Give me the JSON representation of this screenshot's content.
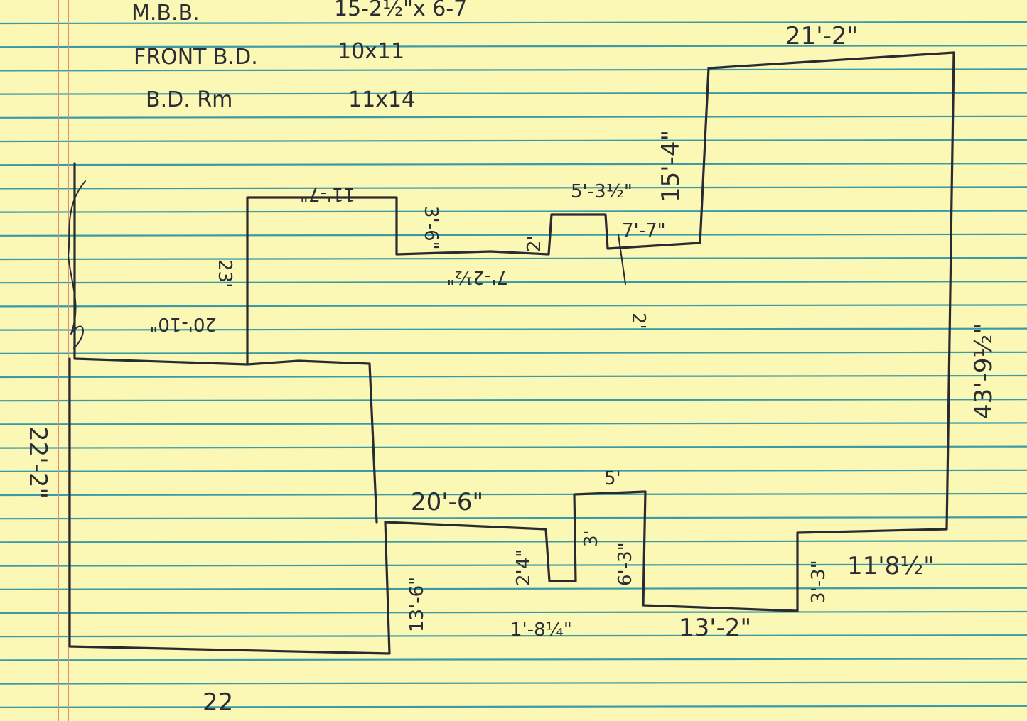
{
  "paper": {
    "background": "#fbf7b4",
    "rule_color": "#3a9aa5",
    "margin_color": "#e48a7a",
    "ink_color": "#2a2a33"
  },
  "room_list": [
    {
      "name": "M.B.B.",
      "size": "15-2½\"x 6-7"
    },
    {
      "name": "FRONT B.D.",
      "size": "10x11"
    },
    {
      "name": "B.D. Rm",
      "size": "11x14"
    }
  ],
  "dimensions": {
    "top_right_width": "21'-2\"",
    "upper_right_wall": "15'-4\"",
    "right_wall": "43'-9½\"",
    "upper_left_top": "11'-7\"",
    "upper_left_step": "23'",
    "upper_left_bottom": "20'-10\"",
    "notch_side": "3'-6\"",
    "notch_bottom": "7'-2½\"",
    "notch_rise": "2'",
    "bay_top": "5'-3½\"",
    "notch_right": "7'-7\"",
    "bay_depth": "2'",
    "left_wall": "22'-2\"",
    "bottom_left": "22",
    "lower_mid_width": "20'-6\"",
    "lower_mid_depth": "13'-6\"",
    "small_step": "2'4\"",
    "small_bottom": "1'-8¼\"",
    "box_top": "5'",
    "box_left": "3'",
    "box_right": "6'-3\"",
    "lower_bottom": "13'-2\"",
    "lower_right_step": "3'-3\"",
    "lower_right_width": "11'8½\""
  }
}
